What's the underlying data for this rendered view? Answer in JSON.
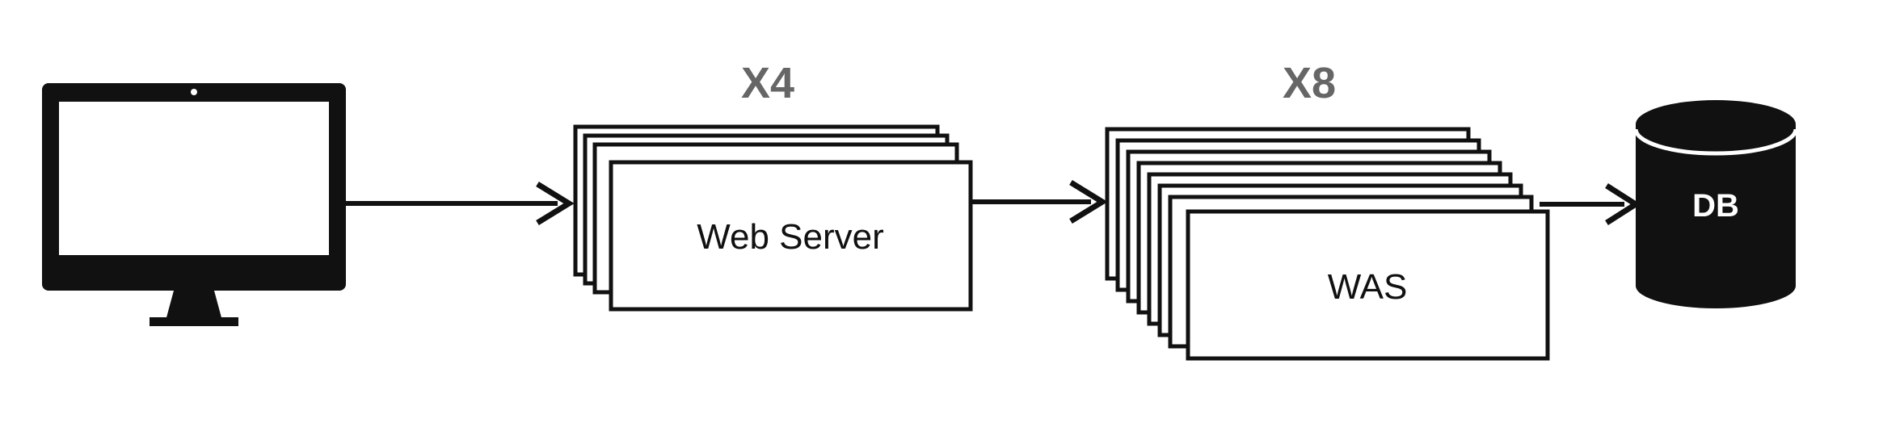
{
  "diagram": {
    "client": {
      "icon": "desktop-monitor-icon"
    },
    "web_server": {
      "label": "Web Server",
      "count_label": "X4",
      "stack_count": 4
    },
    "was": {
      "label": "WAS",
      "count_label": "X8",
      "stack_count": 8
    },
    "database": {
      "label": "DB",
      "icon": "database-cylinder-icon"
    },
    "colors": {
      "stroke": "#111111",
      "fill": "#ffffff",
      "count_text": "#666666"
    }
  }
}
